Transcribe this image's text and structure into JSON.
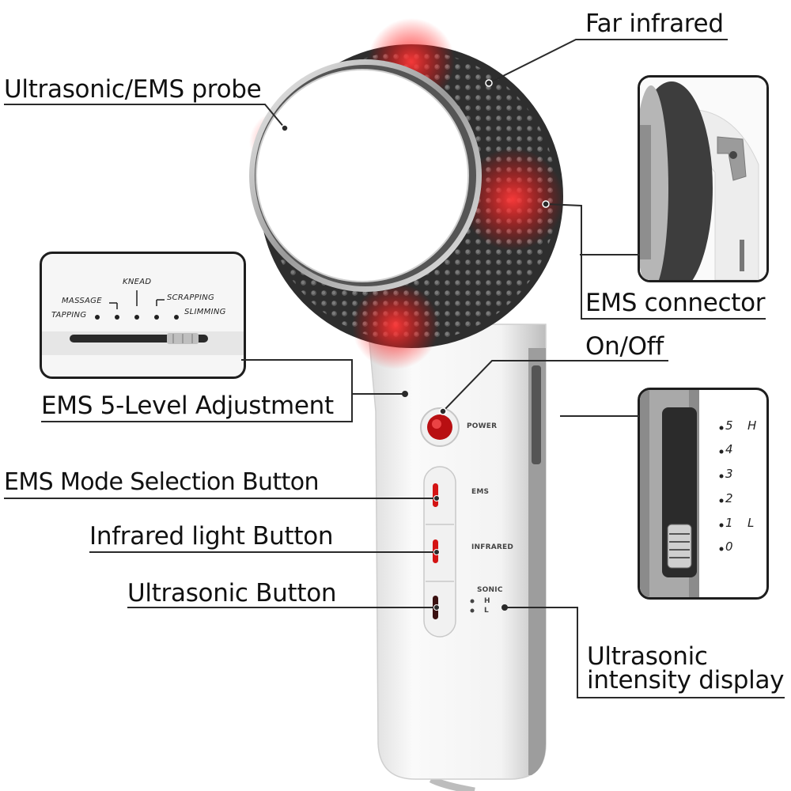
{
  "callouts": {
    "far_infrared": "Far infrared",
    "probe": "Ultrasonic/EMS probe",
    "ems_connector": "EMS connector",
    "on_off": "On/Off",
    "ems_5_level": "EMS 5-Level Adjustment",
    "ems_mode": "EMS Mode Selection Button",
    "infrared_button": "Infrared light Button",
    "ultrasonic_button": "Ultrasonic Button",
    "intensity_display_line1": "Ultrasonic",
    "intensity_display_line2": "intensity display"
  },
  "device_labels": {
    "power": "POWER",
    "ems": "EMS",
    "infrared": "INFRARED",
    "sonic": "SONIC",
    "sonic_h": "H",
    "sonic_l": "L"
  },
  "mode_panel": {
    "knead": "KNEAD",
    "massage": "MASSAGE",
    "scrapping": "SCRAPPING",
    "tapping": "TAPPING",
    "slimming": "SLIMMING"
  },
  "level_scale": {
    "levels": [
      "5",
      "4",
      "3",
      "2",
      "1",
      "0"
    ],
    "high": "H",
    "low": "L"
  },
  "colors": {
    "led_red": "#e01010",
    "ring_dark": "#2e2e2e",
    "body_white": "#f4f4f4",
    "leader_line": "#2a2a2a"
  }
}
